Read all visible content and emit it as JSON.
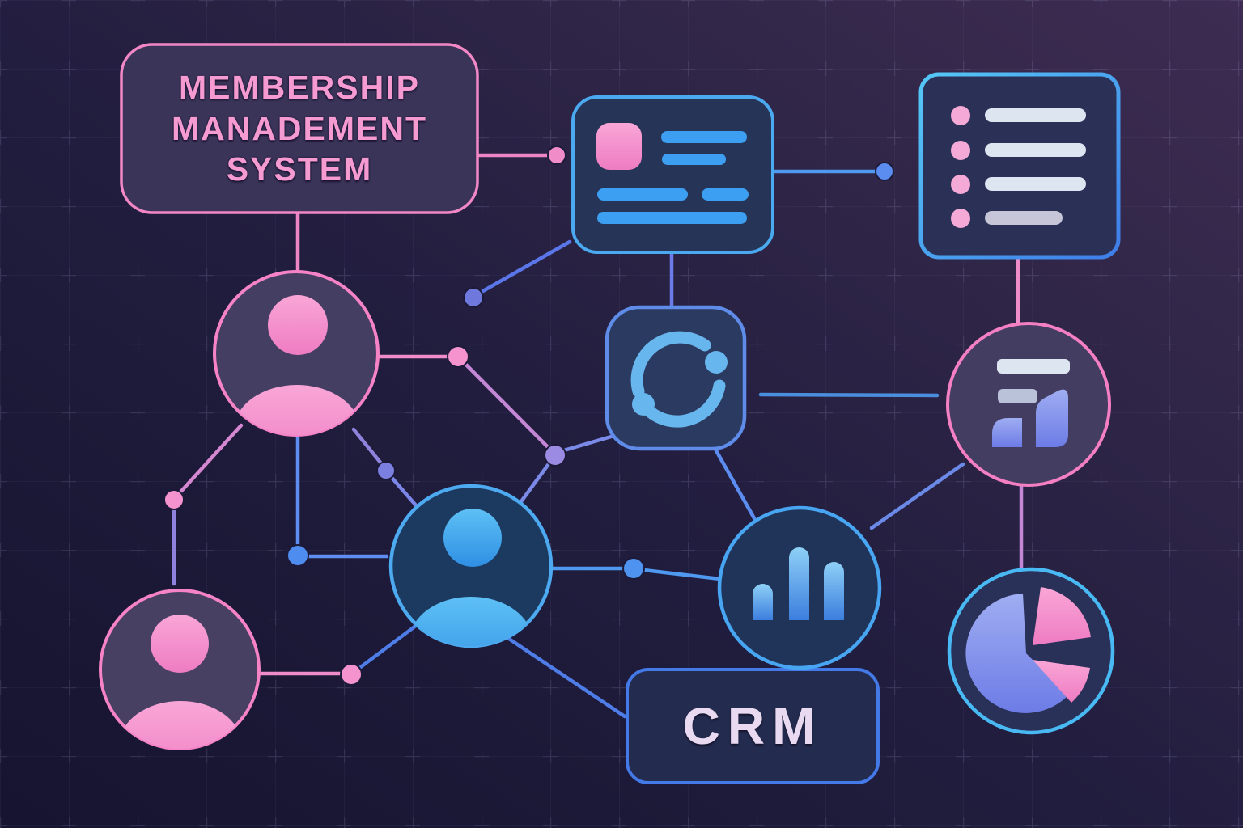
{
  "diagram": {
    "title_box": {
      "lines": [
        "MEMBERSHIP",
        "MANADEMENT",
        "SYSTEM"
      ],
      "text_color": "#f69ad2",
      "border_color": "#f287c6"
    },
    "crm_box": {
      "label": "CRM",
      "text_color": "#e9daf1",
      "border_color": "#4479e8"
    },
    "colors": {
      "background_dark": "#171530",
      "background_purple": "#3b2b50",
      "pink_accent": "#f48cc9",
      "blue_accent": "#4ba9f0",
      "periwinkle": "#93a2ec",
      "violet_line": "#8f82dd",
      "light_bar": "#dde5f1",
      "node_fill_purple": "#413b60",
      "node_fill_navy": "#203459"
    },
    "nodes": [
      {
        "id": "title-box",
        "type": "label-box",
        "label": "MEMBERSHIP MANADEMENT SYSTEM"
      },
      {
        "id": "member-card",
        "type": "id-card-icon",
        "label": ""
      },
      {
        "id": "member-list",
        "type": "checklist-icon",
        "label": ""
      },
      {
        "id": "sync",
        "type": "sync-icon",
        "label": ""
      },
      {
        "id": "report",
        "type": "report-icon",
        "label": ""
      },
      {
        "id": "member-pink-top",
        "type": "user-avatar",
        "label": ""
      },
      {
        "id": "member-blue",
        "type": "user-avatar",
        "label": ""
      },
      {
        "id": "member-pink-bottom",
        "type": "user-avatar",
        "label": ""
      },
      {
        "id": "analytics-bars",
        "type": "bar-chart-icon",
        "label": ""
      },
      {
        "id": "crm-box",
        "type": "label-box",
        "label": "CRM"
      },
      {
        "id": "pie-chart",
        "type": "pie-chart-icon",
        "label": ""
      }
    ]
  }
}
